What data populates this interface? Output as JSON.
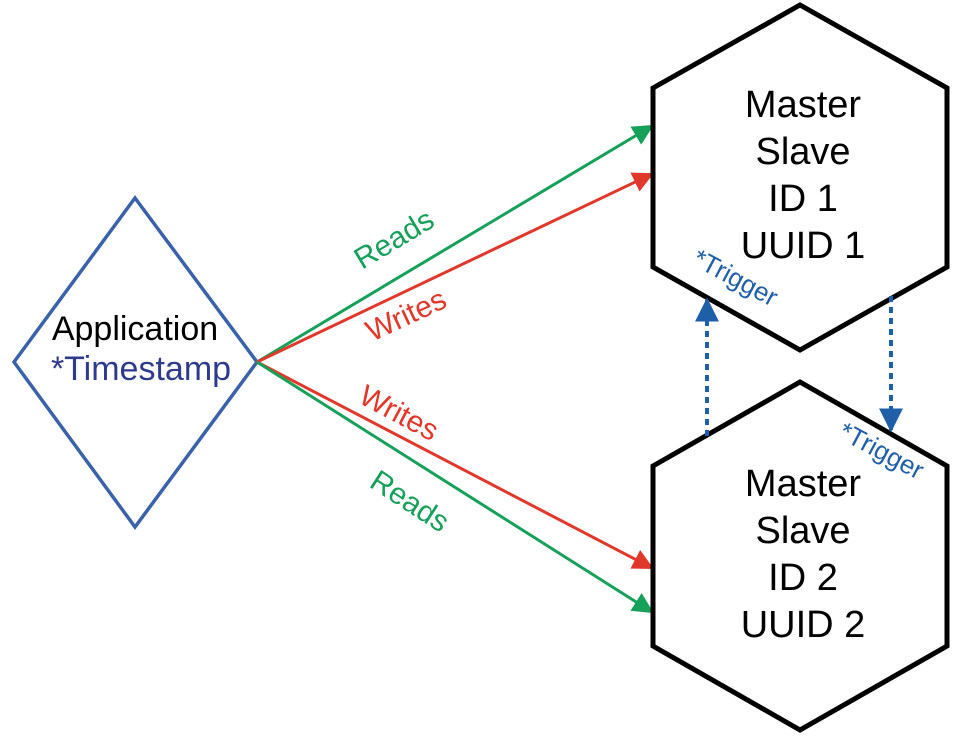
{
  "application": {
    "label": "Application",
    "sublabel": "*Timestamp"
  },
  "nodes": [
    {
      "lines": [
        "Master",
        "Slave",
        "ID 1",
        "UUID 1"
      ]
    },
    {
      "lines": [
        "Master",
        "Slave",
        "ID 2",
        "UUID 2"
      ]
    }
  ],
  "edges": {
    "reads_top": "Reads",
    "writes_top": "Writes",
    "writes_bottom": "Writes",
    "reads_bottom": "Reads"
  },
  "triggers": {
    "top": "*Trigger",
    "bottom": "*Trigger"
  },
  "colors": {
    "reads": "#16a05a",
    "writes": "#e0382b",
    "trigger": "#1f5fa8",
    "app_outline": "#3a62a8",
    "node_outline": "#000000"
  }
}
